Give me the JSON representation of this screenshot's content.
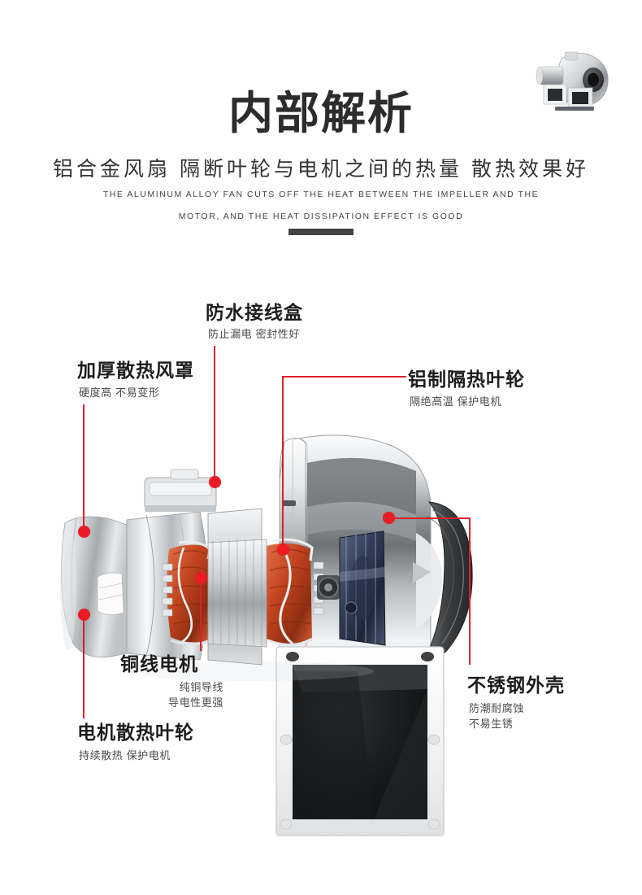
{
  "page": {
    "background": "#ffffff",
    "accent_red": "#ec1c24",
    "title_color": "#2c2c2c"
  },
  "header": {
    "title": "内部解析",
    "subtitle": "铝合金风扇 隔断叶轮与电机之间的热量 散热效果好",
    "english_line1": "THE ALUMINUM ALLOY FAN CUTS OFF THE HEAT BETWEEN THE IMPELLER AND THE",
    "english_line2": "MOTOR, AND THE HEAT DISSIPATION EFFECT IS GOOD"
  },
  "thumbnail": {
    "name": "centrifugal-blower-product-photo"
  },
  "product_image": {
    "name": "centrifugal-blower-cutaway"
  },
  "callouts": [
    {
      "id": "waterproof-junction-box",
      "title": "防水接线盒",
      "sub": "防止漏电 密封性好"
    },
    {
      "id": "thickened-cooling-hood",
      "title": "加厚散热风罩",
      "sub": "硬度高 不易变形"
    },
    {
      "id": "aluminum-insulated-impeller",
      "title": "铝制隔热叶轮",
      "sub": "隔绝高温 保护电机"
    },
    {
      "id": "copper-wire-motor",
      "title": "铜线电机",
      "sub_line1": "纯铜导线",
      "sub_line2": "导电性更强"
    },
    {
      "id": "motor-cooling-impeller",
      "title": "电机散热叶轮",
      "sub": "持续散热 保护电机"
    },
    {
      "id": "stainless-steel-shell",
      "title": "不锈钢外壳",
      "sub_line1": "防潮耐腐蚀",
      "sub_line2": "不易生锈"
    }
  ]
}
